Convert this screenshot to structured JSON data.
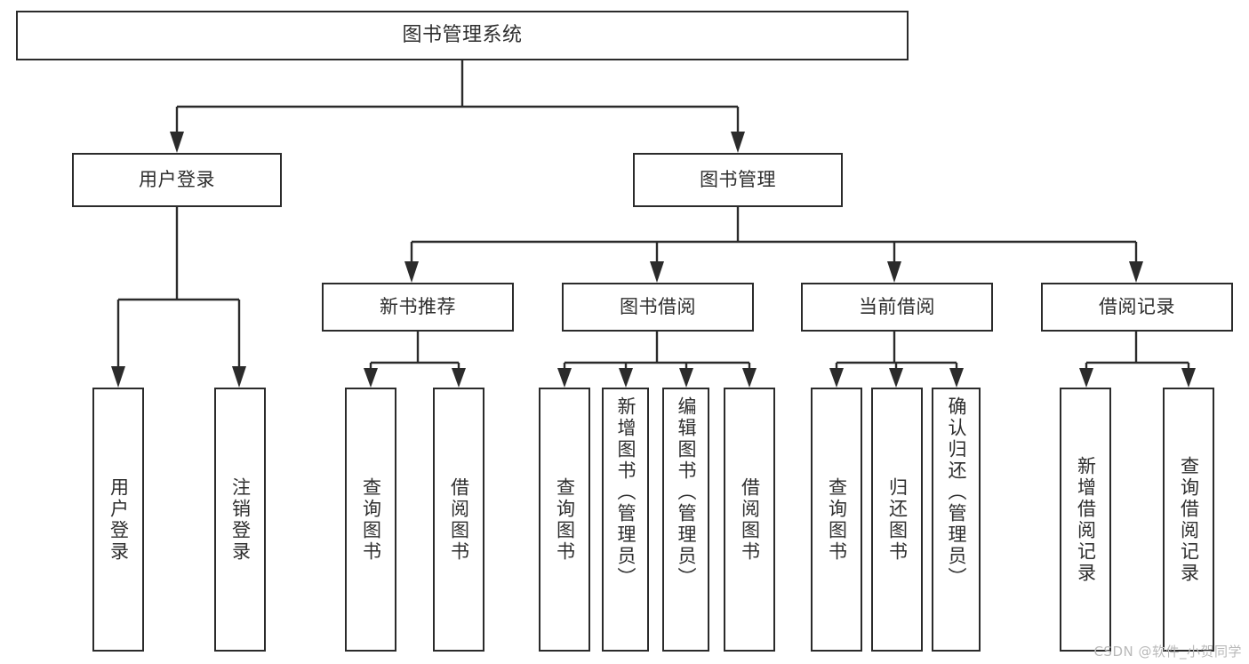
{
  "diagram": {
    "title": "图书管理系统",
    "type": "tree-hierarchy-chart",
    "colors": {
      "background": "#ffffff",
      "box_border": "#2b2b2b",
      "box_fill": "#ffffff",
      "text": "#2e2e2e",
      "connector": "#2b2b2b",
      "watermark": "#b9b9b9"
    },
    "root": {
      "label": "图书管理系统"
    },
    "level2": [
      {
        "label": "用户登录"
      },
      {
        "label": "图书管理"
      }
    ],
    "level3": [
      {
        "label": "新书推荐"
      },
      {
        "label": "图书借阅"
      },
      {
        "label": "当前借阅"
      },
      {
        "label": "借阅记录"
      }
    ],
    "leaves": {
      "user_login": [
        {
          "label": "用户登录"
        },
        {
          "label": "注销登录"
        }
      ],
      "new_book_recommend": [
        {
          "label": "查询图书"
        },
        {
          "label": "借阅图书"
        }
      ],
      "book_borrow": [
        {
          "label": "查询图书"
        },
        {
          "label": "新增图书（管理员）"
        },
        {
          "label": "编辑图书（管理员）"
        },
        {
          "label": "借阅图书"
        }
      ],
      "current_borrow": [
        {
          "label": "查询图书"
        },
        {
          "label": "归还图书"
        },
        {
          "label": "确认归还（管理员）"
        }
      ],
      "borrow_record": [
        {
          "label": "新增借阅记录"
        },
        {
          "label": "查询借阅记录"
        }
      ]
    },
    "watermark": "CSDN @软件_小贺同学"
  }
}
